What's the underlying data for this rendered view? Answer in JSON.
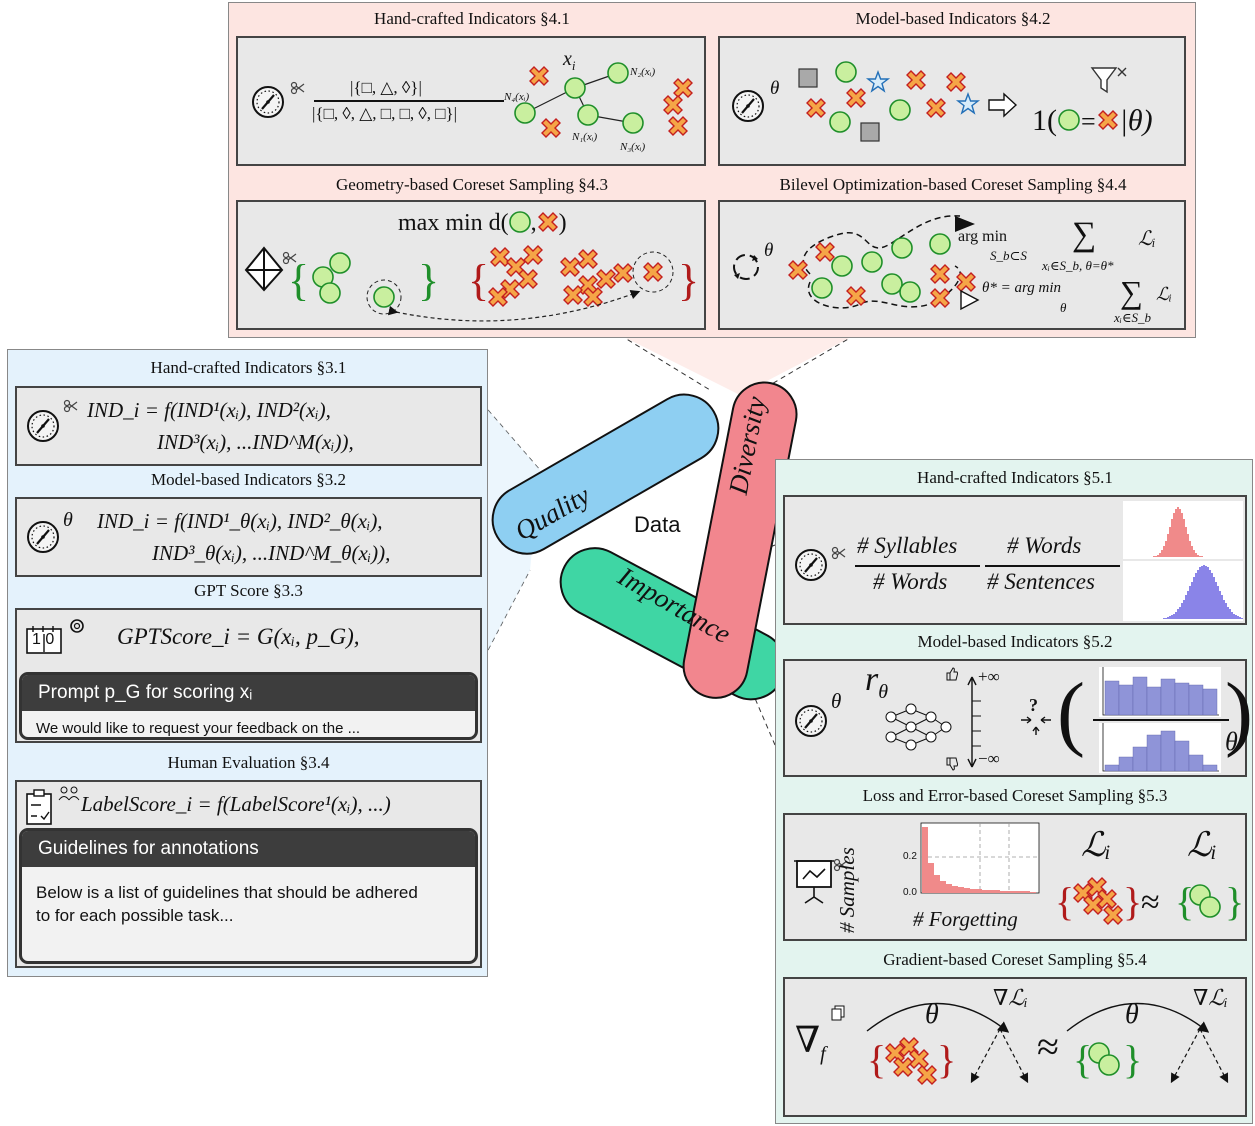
{
  "center": {
    "data": "Data",
    "quality": "Quality",
    "diversity": "Diversity",
    "importance": "Importance"
  },
  "diversity": {
    "s41": {
      "title": "Hand-crafted Indicators §4.1",
      "frac_num": "|{□, △, ◊}|",
      "frac_den": "|{□, ◊, △, □, □, ◊, □}|",
      "xi": "x",
      "xi_sub": "i",
      "n1": "N₁(xᵢ)",
      "n2": "N₂(xᵢ)",
      "n3": "N₃(xᵢ)",
      "n4": "N₄(xᵢ)"
    },
    "s42": {
      "title": "Model-based Indicators §4.2",
      "theta": "θ",
      "indicator": "1(",
      "cond": "|θ)"
    },
    "s43": {
      "title": "Geometry-based Coreset Sampling §4.3",
      "maxmin": "max min d(",
      "maxmin_end": ")"
    },
    "s44": {
      "title": "Bilevel Optimization-based Coreset Sampling §4.4",
      "theta": "θ",
      "argmin1": "arg min",
      "argmin1_sub": "S_b⊂S",
      "sum1_sub": "xᵢ∈S_b, θ=θ*",
      "li": "ℒᵢ",
      "theta_star": "θ* = arg min",
      "argmin2_sub": "θ",
      "sum2_sub": "xᵢ∈S_b"
    }
  },
  "quality": {
    "s31": {
      "title": "Hand-crafted Indicators §3.1",
      "line1": "IND_i = f(IND¹(xᵢ), IND²(xᵢ),",
      "line2": "IND³(xᵢ), ...IND^M(xᵢ)),"
    },
    "s32": {
      "title": "Model-based Indicators §3.2",
      "theta": "θ",
      "line1": "IND_i = f(IND¹_θ(xᵢ), IND²_θ(xᵢ),",
      "line2": "IND³_θ(xᵢ), ...IND^M_θ(xᵢ)),"
    },
    "s33": {
      "title": "GPT Score §3.3",
      "icon_text": "1 0",
      "formula": "GPTScore_i = G(xᵢ, p_G),",
      "prompt_title": "Prompt p_G for scoring xᵢ",
      "prompt_body": "We would like to request your feedback on the ..."
    },
    "s34": {
      "title": "Human Evaluation §3.4",
      "formula": "LabelScore_i = f(LabelScore¹(xᵢ), ...)",
      "prompt_title": "Guidelines for annotations",
      "prompt_body1": "Below is a list of guidelines that should be adhered",
      "prompt_body2": "to for each possible task..."
    }
  },
  "importance": {
    "s51": {
      "title": "Hand-crafted Indicators §5.1",
      "num1": "# Syllables",
      "den1": "# Words",
      "num2": "# Words",
      "den2": "# Sentences"
    },
    "s52": {
      "title": "Model-based Indicators §5.2",
      "r": "r",
      "r_sub": "θ",
      "theta": "θ",
      "plus_inf": "+∞",
      "minus_inf": "−∞",
      "q": "?"
    },
    "s53": {
      "title": "Loss and Error-based Coreset Sampling §5.3",
      "ylabel": "# Samples",
      "xlabel": "# Forgetting",
      "tick_hi": "0.2",
      "tick_lo": "0.0",
      "li1": "ℒᵢ",
      "li2": "ℒᵢ",
      "approx": "≈"
    },
    "s54": {
      "title": "Gradient-based Coreset Sampling §5.4",
      "nabla": "∇",
      "nabla_sub": "f",
      "theta1": "θ",
      "theta2": "θ",
      "grad1": "∇ℒᵢ",
      "grad2": "∇ℒᵢ",
      "approx": "≈"
    }
  },
  "colors": {
    "diversity_bg": "#fde5e1",
    "quality_bg": "#e4f2fc",
    "importance_bg": "#e3f4ef",
    "green": "#c8eea0",
    "red_x": "#f4a442",
    "blue_pill": "#8ecff2",
    "red_pill": "#f2868e",
    "green_pill": "#3fd6a4"
  }
}
